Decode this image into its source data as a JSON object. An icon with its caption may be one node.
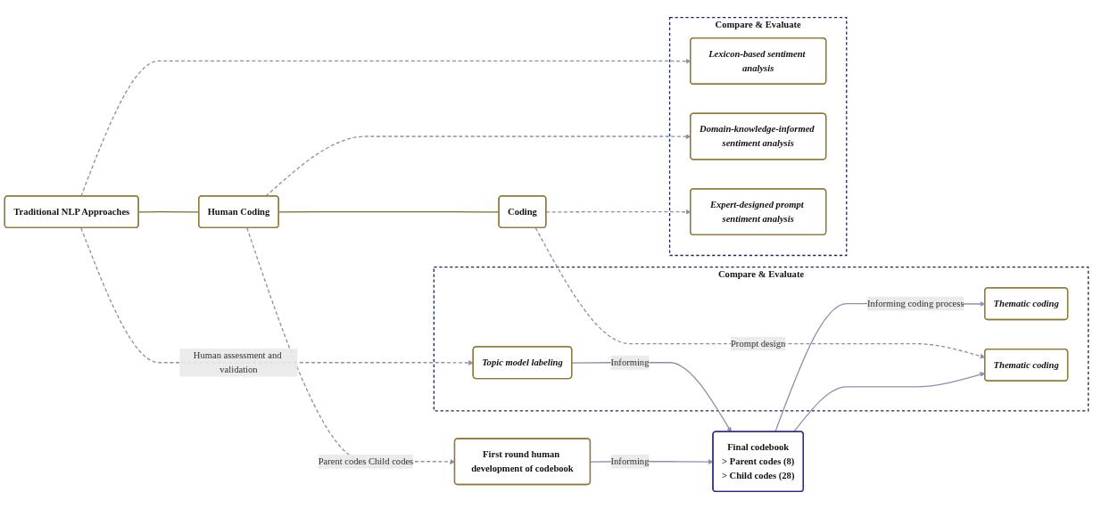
{
  "diagram": {
    "nodes": [
      {
        "text": [
          "Compare & Evaluate"
        ]
      },
      {
        "text": [
          "Lexicon-based sentiment analysis"
        ],
        "in": 0
      },
      {
        "text": [
          "Domain-knowledge-informed sentiment analysis"
        ],
        "in": 0
      },
      {
        "text": [
          "Expert-designed prompt sentiment analysis"
        ],
        "in": 0
      },
      {
        "text": [
          "Traditional NLP Approaches"
        ]
      },
      {
        "text": [
          "Human Coding"
        ]
      },
      {
        "text": [
          "Coding"
        ]
      },
      {
        "text": [
          "First round human development of codebook"
        ]
      },
      {
        "text": [
          "Final codebook",
          "> Parent codes (8)",
          "> Child codes (28)"
        ]
      },
      {
        "text": [
          "Compare & Evaluate"
        ]
      },
      {
        "text": [
          "Topic model labeling"
        ],
        "in": 9
      },
      {
        "text": [
          "Thematic coding"
        ],
        "in": 9
      },
      {
        "text": [
          "Thematic coding"
        ],
        "in": 9
      }
    ],
    "edges": [
      {
        "from": 4,
        "to": 1,
        "arrow": "to",
        "style": "dashed"
      },
      {
        "from": 5,
        "to": 2,
        "arrow": "to",
        "style": "dashed"
      },
      {
        "from": 6,
        "to": 3,
        "arrow": "to",
        "style": "dashed"
      },
      {
        "from": 4,
        "to": 5,
        "arrow": "none",
        "color": "#7d6b34"
      },
      {
        "from": 5,
        "to": 6,
        "arrow": "none",
        "color": "#7d6b34"
      },
      {
        "from": 5,
        "to": 7,
        "arrow": "to",
        "style": "dashed",
        "label": "Parent codes Child codes"
      },
      {
        "from": 4,
        "to": 10,
        "arrow": "to",
        "style": "dashed",
        "label": "Human assessment and validation"
      },
      {
        "from": 6,
        "to": 12,
        "arrow": "to",
        "style": "dashed",
        "label": "Prompt design"
      },
      {
        "from": 7,
        "to": 8,
        "arrow": "to",
        "label": "Informing"
      },
      {
        "from": 10,
        "to": 8,
        "arrow": "to",
        "label": "Informing"
      },
      {
        "from": 8,
        "to": 11,
        "arrow": "to",
        "label": "Informing coding process"
      },
      {
        "from": 8,
        "to": 12,
        "arrow": "to"
      }
    ]
  }
}
